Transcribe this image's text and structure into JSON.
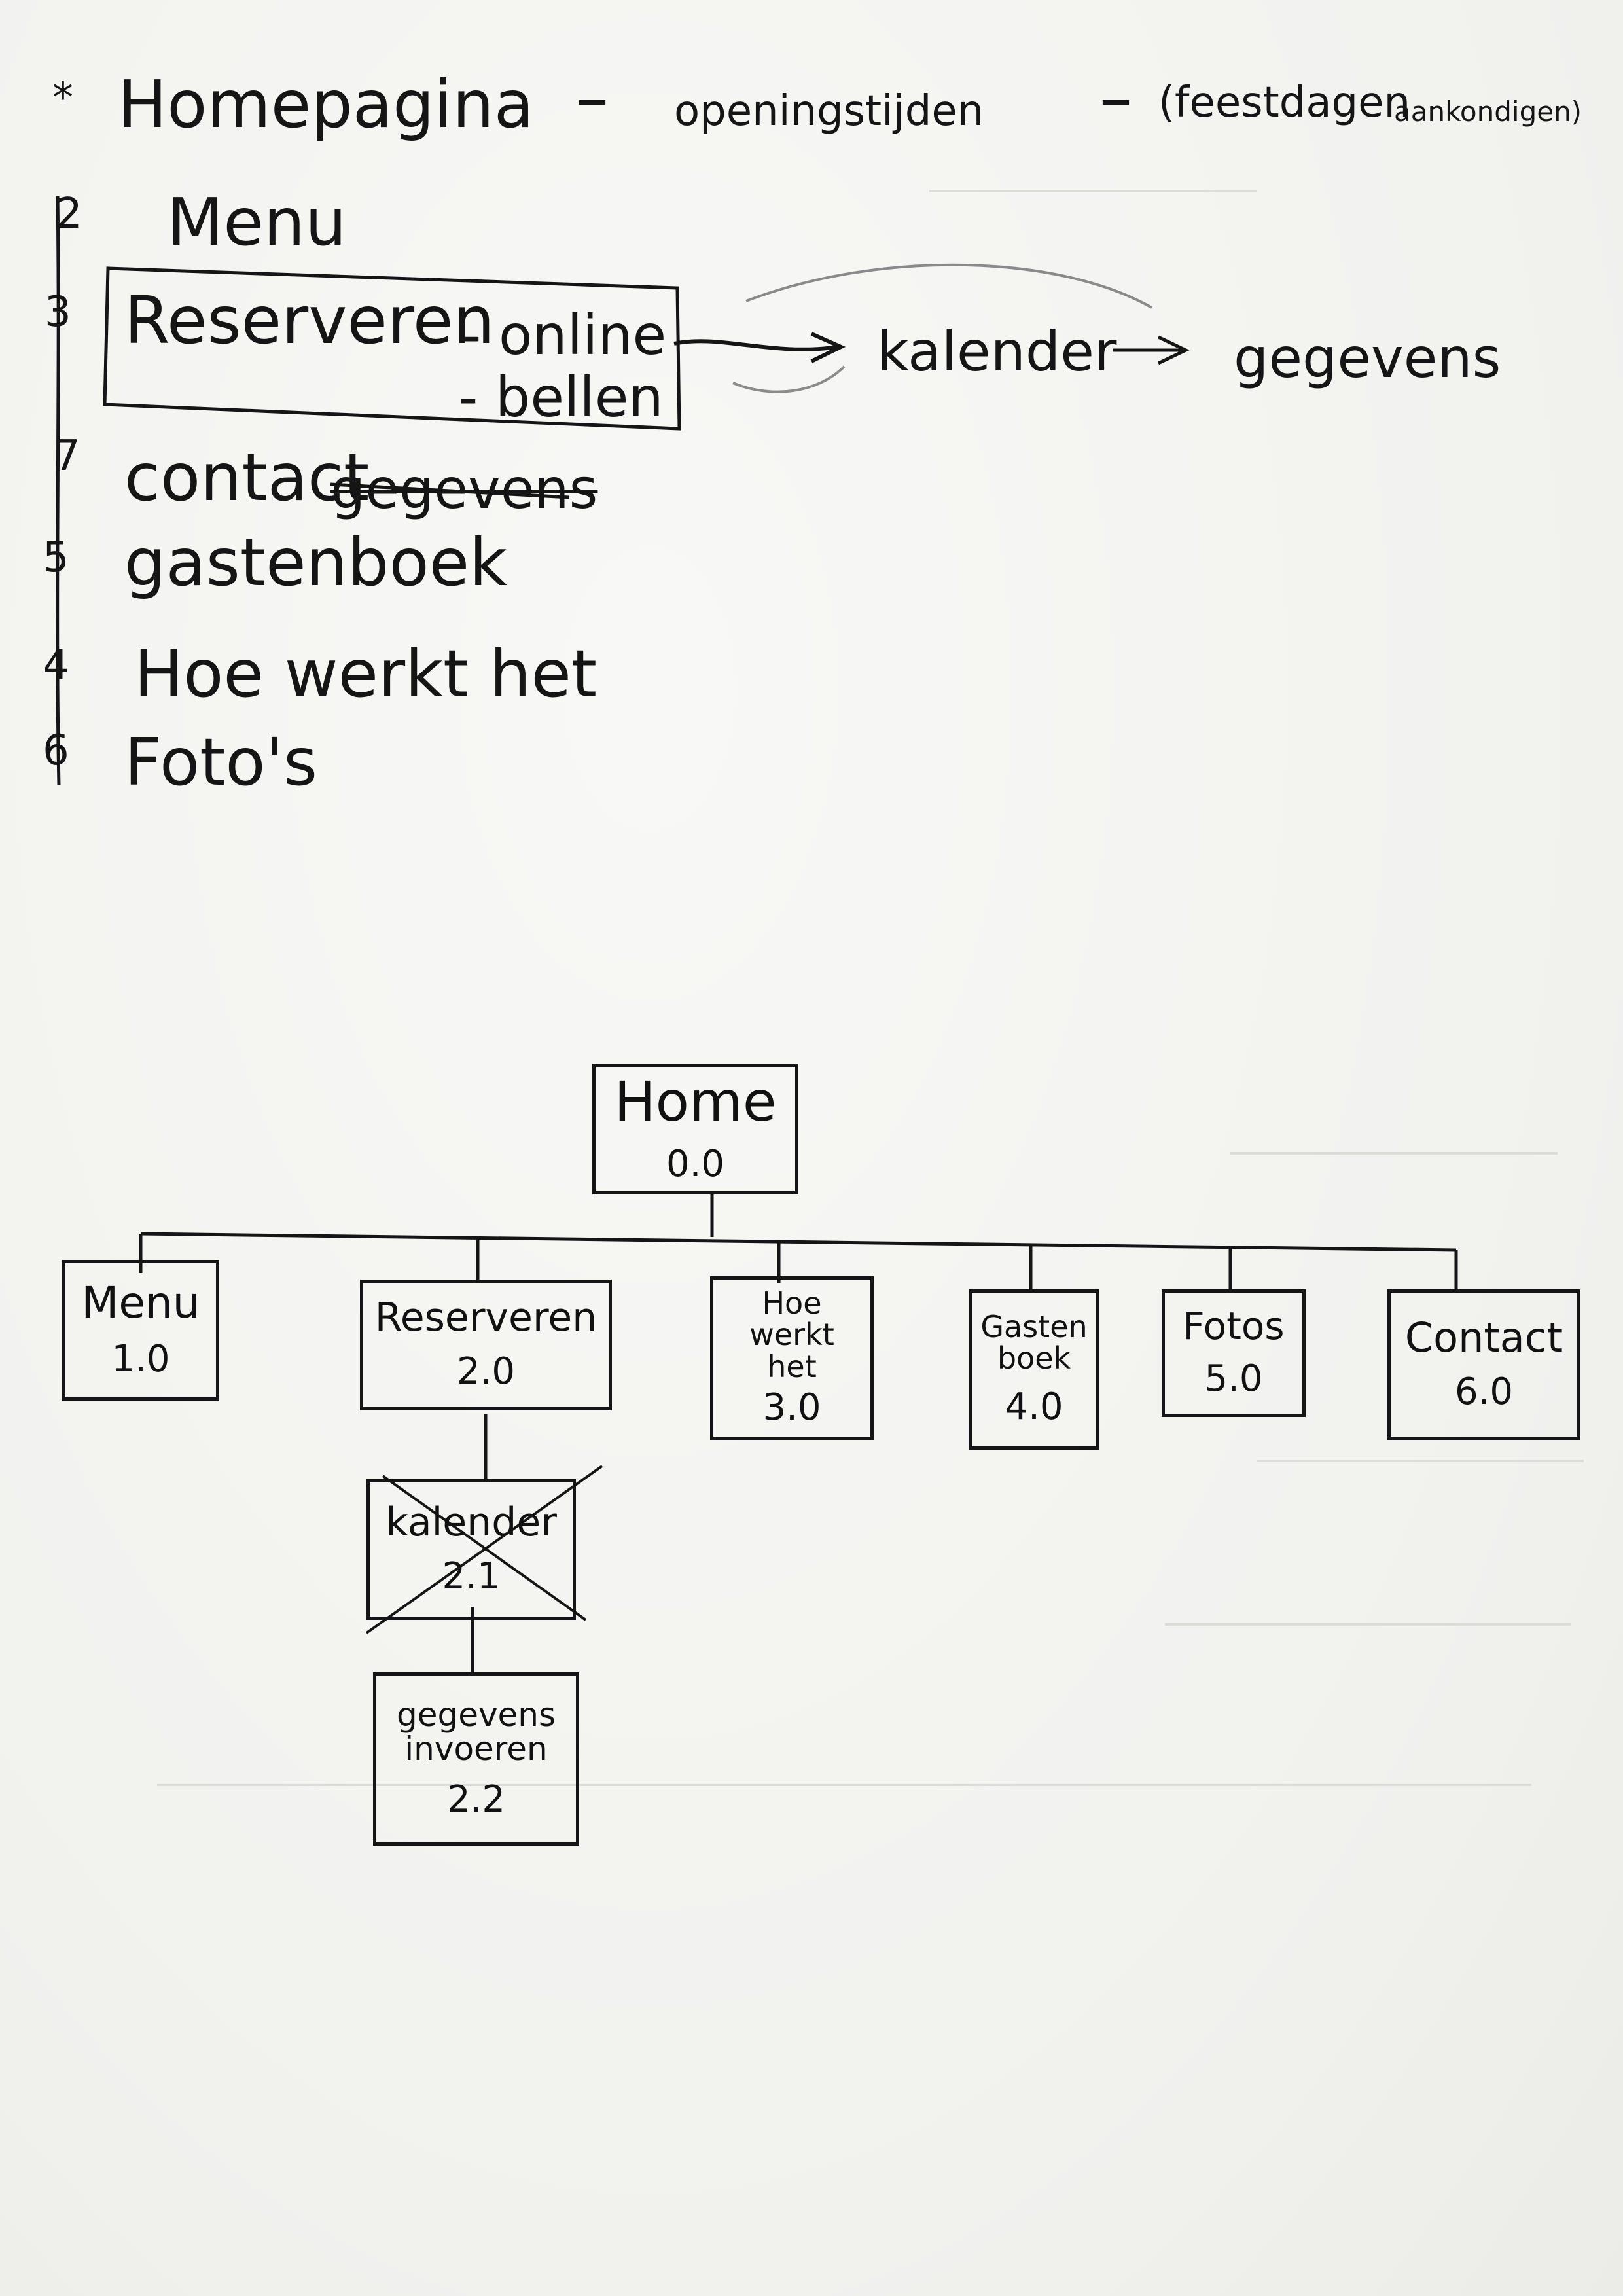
{
  "notes": {
    "title_marker": "*",
    "title": "Homepagina",
    "dash1": "–",
    "openingstijden": "openingstijden",
    "dash2": "–",
    "feestdagen": "(feestdagen",
    "aankondigen": "aankondigen)",
    "menu_items": [
      {
        "num": "2",
        "label": "Menu"
      },
      {
        "num": "3",
        "label": "Reserveren"
      },
      {
        "num": "7",
        "label": "contact",
        "struck": "gegevens"
      },
      {
        "num": "5",
        "label": "gastenboek"
      },
      {
        "num": "4",
        "label": "Hoe werkt het"
      },
      {
        "num": "6",
        "label": "Foto's"
      }
    ],
    "reserveren_options": [
      "- online",
      "- bellen"
    ],
    "flow": [
      "kalender",
      "gegevens"
    ]
  },
  "sitemap": {
    "root": {
      "label": "Home",
      "num": "0.0"
    },
    "children": [
      {
        "label": "Menu",
        "num": "1.0"
      },
      {
        "label": "Reserveren",
        "num": "2.0"
      },
      {
        "label": "Hoe werkt het",
        "num": "3.0"
      },
      {
        "label": "Gasten boek",
        "num": "4.0"
      },
      {
        "label": "Fotos",
        "num": "5.0"
      },
      {
        "label": "Contact",
        "num": "6.0"
      }
    ],
    "sub": [
      {
        "label": "kalender",
        "num": "2.1",
        "crossed": true
      },
      {
        "label": "gegevens invoeren",
        "num": "2.2"
      }
    ]
  },
  "colors": {
    "ink": "#151515",
    "paper": "#f4f4f2",
    "bleed": "#d2d2cf"
  }
}
